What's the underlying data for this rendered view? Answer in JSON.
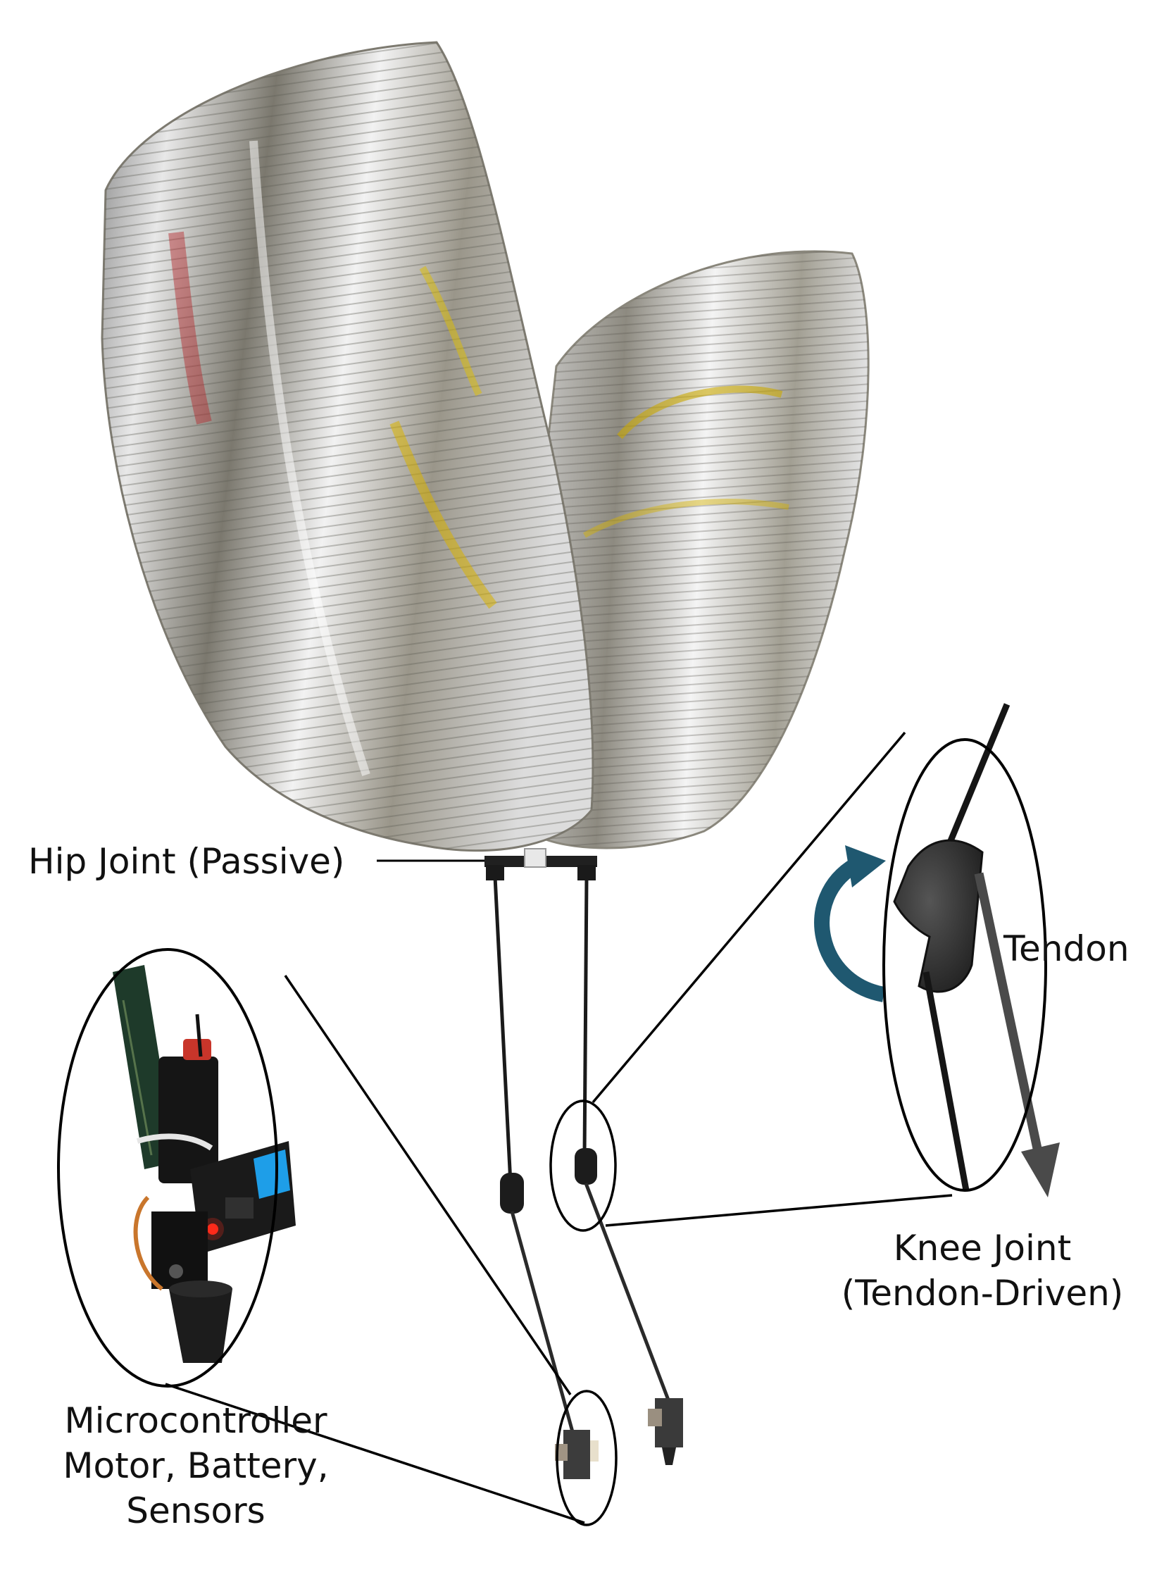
{
  "labels": {
    "hip_joint": "Hip Joint (Passive)",
    "tendon": "Tendon",
    "knee_joint": [
      "Knee Joint",
      "(Tendon-Driven)"
    ],
    "electronics": [
      "Microcontroller",
      "Motor, Battery,",
      "Sensors"
    ]
  },
  "colors": {
    "balloon_silver": "#c9c9c9",
    "balloon_highlight": "#f4f4f4",
    "balloon_shadow": "#6e6a5e",
    "foil_yellow": "#d8b300",
    "foil_red": "#b3262a",
    "rotation_arrow": "#1f5870",
    "tendon_arrow": "#4a4a4a",
    "knee_block": "#3a3a3a",
    "outline": "#000000",
    "led_red": "#ff2a1a",
    "screen_blue": "#1e9ee8",
    "servo_wire": "#c9762c"
  }
}
